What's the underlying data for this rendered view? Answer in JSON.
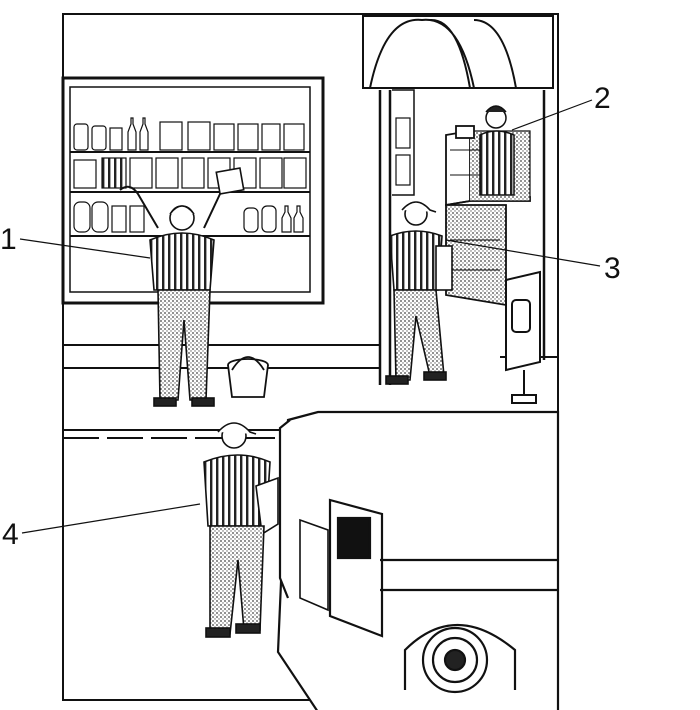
{
  "callouts": {
    "one": "1",
    "two": "2",
    "three": "3",
    "four": "4"
  },
  "colors": {
    "ink": "#1a1a1a",
    "paper": "#ffffff",
    "shade": "#bdbdbd"
  }
}
